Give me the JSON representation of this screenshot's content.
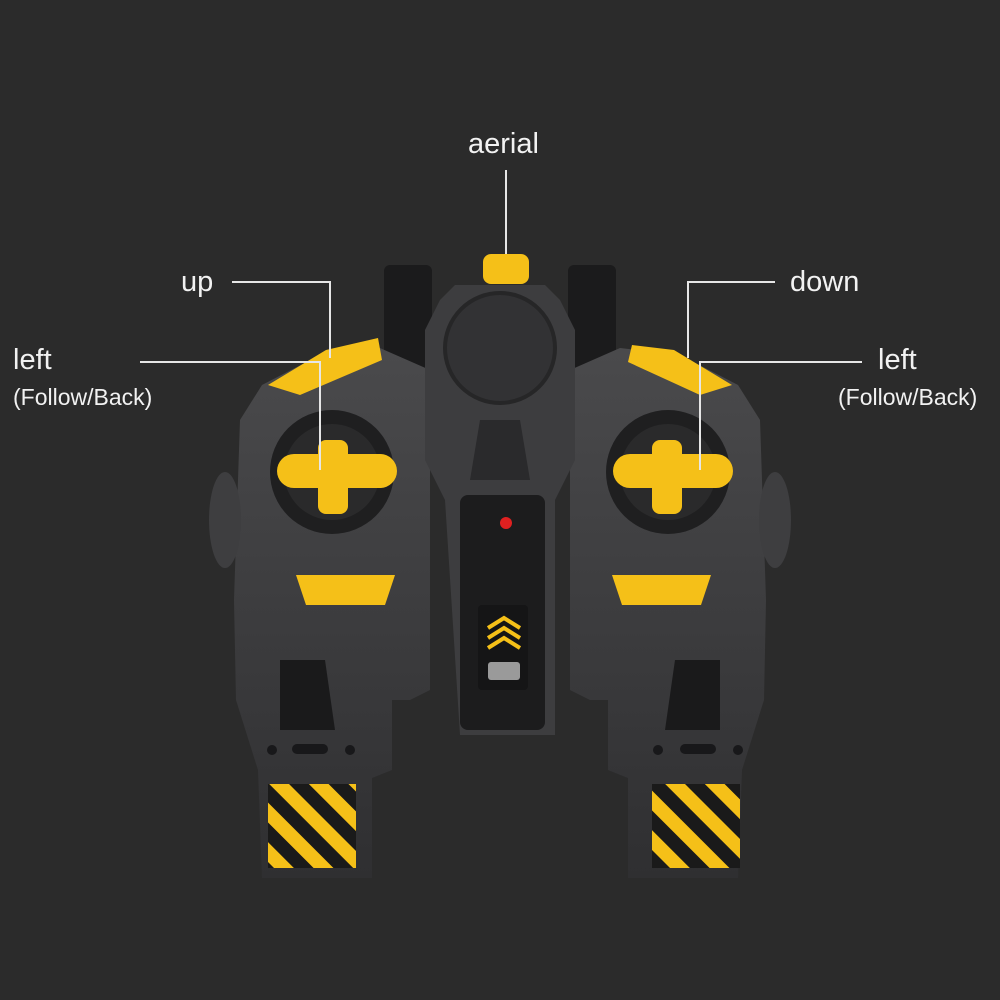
{
  "labels": {
    "aerial": "aerial",
    "up": "up",
    "down": "down",
    "left_main": "left",
    "left_sub": "(Follow/Back)",
    "right_main": "left",
    "right_sub": "(Follow/Back)"
  },
  "colors": {
    "background": "#2b2b2b",
    "body": "#3a3a3c",
    "body_dark": "#1e1e1f",
    "accent": "#f5c018",
    "led": "#e02020"
  }
}
